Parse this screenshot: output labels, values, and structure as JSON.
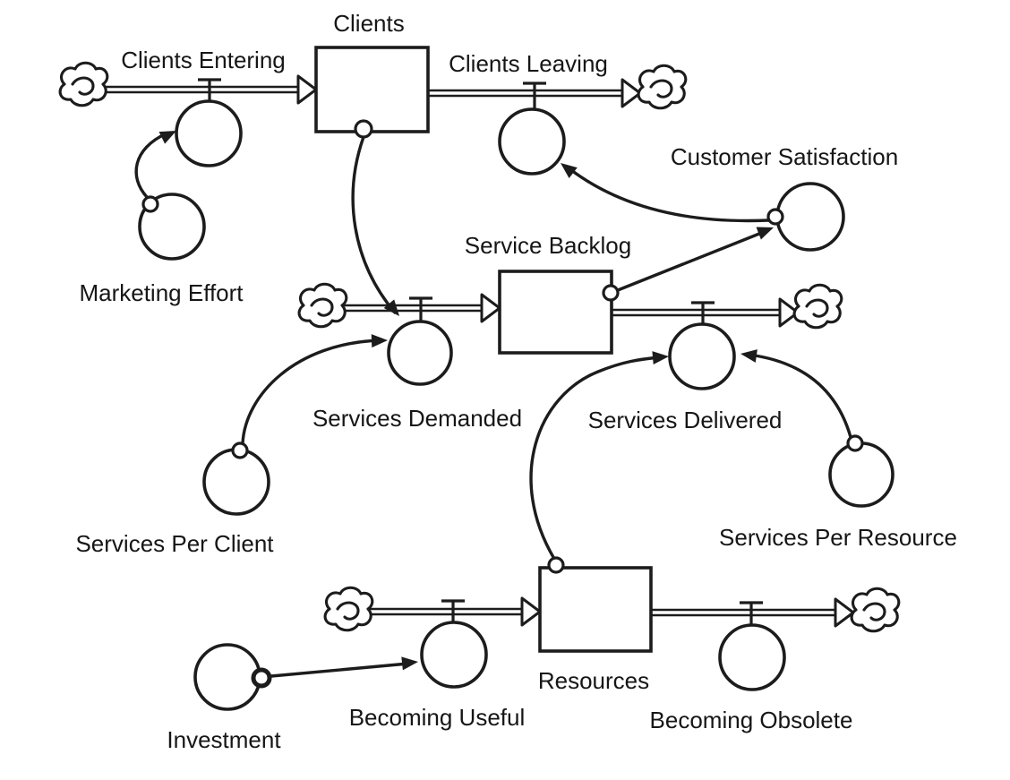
{
  "diagram_type": "stock-and-flow system dynamics model",
  "colors": {
    "ink": "#1c1c1c",
    "paper": "#ffffff"
  },
  "stocks": [
    {
      "label": "Clients"
    },
    {
      "label": "Service Backlog"
    },
    {
      "label": "Resources"
    }
  ],
  "flows": [
    {
      "label": "Clients Entering",
      "from": "source-cloud",
      "to": "Clients"
    },
    {
      "label": "Clients Leaving",
      "from": "Clients",
      "to": "sink-cloud"
    },
    {
      "label": "Services Demanded",
      "from": "source-cloud",
      "to": "Service Backlog"
    },
    {
      "label": "Services Delivered",
      "from": "Service Backlog",
      "to": "sink-cloud"
    },
    {
      "label": "Becoming Useful",
      "from": "source-cloud",
      "to": "Resources"
    },
    {
      "label": "Becoming Obsolete",
      "from": "Resources",
      "to": "sink-cloud"
    }
  ],
  "converters": [
    {
      "label": "Marketing Effort"
    },
    {
      "label": "Customer Satisfaction"
    },
    {
      "label": "Services Per Client"
    },
    {
      "label": "Services Per Resource"
    },
    {
      "label": "Investment"
    }
  ],
  "connectors": [
    {
      "from": "Marketing Effort",
      "to": "Clients Entering"
    },
    {
      "from": "Clients",
      "to": "Services Demanded"
    },
    {
      "from": "Service Backlog",
      "to": "Customer Satisfaction"
    },
    {
      "from": "Customer Satisfaction",
      "to": "Clients Leaving"
    },
    {
      "from": "Services Per Client",
      "to": "Services Demanded"
    },
    {
      "from": "Resources",
      "to": "Services Delivered"
    },
    {
      "from": "Services Per Resource",
      "to": "Services Delivered"
    },
    {
      "from": "Investment",
      "to": "Becoming Useful"
    }
  ]
}
